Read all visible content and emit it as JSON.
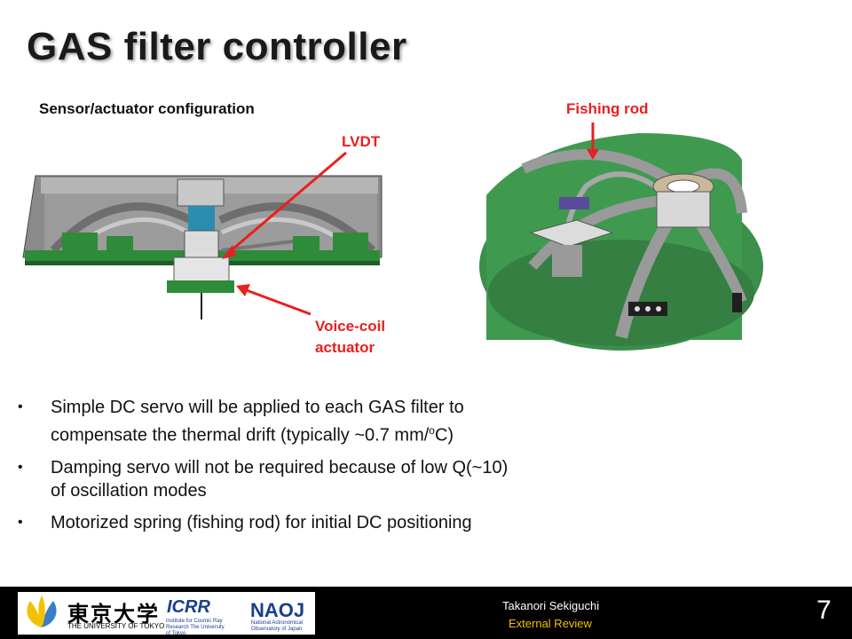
{
  "slide": {
    "title": "GAS filter controller",
    "subhead": "Sensor/actuator configuration",
    "labels": {
      "fishing_rod": "Fishing rod",
      "lvdt": "LVDT",
      "voice_coil_line1": "Voice-coil",
      "voice_coil_line2": "actuator"
    },
    "bullets": [
      {
        "text": "Simple DC servo will be applied to each GAS filter to",
        "text2": "compensate the thermal drift (typically ~0.7 mm/",
        "sup": "o",
        "text3": "C)"
      },
      {
        "text": "Damping servo will not be required because of low Q(~10)",
        "text2": "of oscillation modes"
      },
      {
        "text": "Motorized spring (fishing rod) for initial DC positioning"
      }
    ],
    "bullet_glyph": "•"
  },
  "footer": {
    "author": "Takanori Sekiguchi",
    "subtitle": "External Review",
    "page_number": "7",
    "logos": {
      "tokyo_jp": "東京大学",
      "tokyo_en": "THE UNIVERSITY OF TOKYO",
      "icrr": "ICRR",
      "icrr_sub": "Institute for Cosmic Ray Research The University of Tokyo",
      "naoj": "NAOJ",
      "naoj_sub": "National Astronomical Observatory of Japan"
    }
  },
  "colors": {
    "accent_red": "#e8201e",
    "footer_bg": "#000000",
    "footer_subtitle": "#f2c200",
    "pcb_green": "#2e8b3a"
  }
}
